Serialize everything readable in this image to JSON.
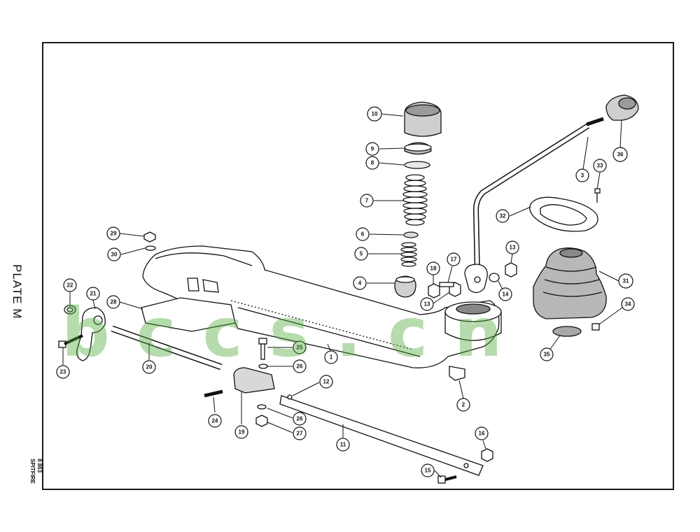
{
  "plate": {
    "title": "PLATE M",
    "reference": "8 863",
    "model": "SPITFIRE"
  },
  "watermark": "bccs.cn",
  "callouts": [
    {
      "id": "10",
      "label": "10"
    },
    {
      "id": "9",
      "label": "9"
    },
    {
      "id": "8",
      "label": "8"
    },
    {
      "id": "7",
      "label": "7"
    },
    {
      "id": "6",
      "label": "6"
    },
    {
      "id": "5",
      "label": "5"
    },
    {
      "id": "4",
      "label": "4"
    },
    {
      "id": "29",
      "label": "29"
    },
    {
      "id": "30",
      "label": "30"
    },
    {
      "id": "22",
      "label": "22"
    },
    {
      "id": "21",
      "label": "21"
    },
    {
      "id": "28",
      "label": "28"
    },
    {
      "id": "23",
      "label": "23"
    },
    {
      "id": "20",
      "label": "20"
    },
    {
      "id": "25",
      "label": "25"
    },
    {
      "id": "26a",
      "label": "26"
    },
    {
      "id": "1",
      "label": "1"
    },
    {
      "id": "18",
      "label": "18"
    },
    {
      "id": "17",
      "label": "17"
    },
    {
      "id": "13a",
      "label": "13"
    },
    {
      "id": "13b",
      "label": "13"
    },
    {
      "id": "14",
      "label": "14"
    },
    {
      "id": "3",
      "label": "3"
    },
    {
      "id": "36",
      "label": "36"
    },
    {
      "id": "33",
      "label": "33"
    },
    {
      "id": "32",
      "label": "32"
    },
    {
      "id": "31",
      "label": "31"
    },
    {
      "id": "34",
      "label": "34"
    },
    {
      "id": "35",
      "label": "35"
    },
    {
      "id": "2",
      "label": "2"
    },
    {
      "id": "12",
      "label": "12"
    },
    {
      "id": "24",
      "label": "24"
    },
    {
      "id": "19",
      "label": "19"
    },
    {
      "id": "26b",
      "label": "26"
    },
    {
      "id": "27",
      "label": "27"
    },
    {
      "id": "11",
      "label": "11"
    },
    {
      "id": "16",
      "label": "16"
    },
    {
      "id": "15",
      "label": "15"
    }
  ],
  "colors": {
    "ink": "#111111",
    "paper": "#ffffff",
    "watermark": "#50aa3c"
  }
}
